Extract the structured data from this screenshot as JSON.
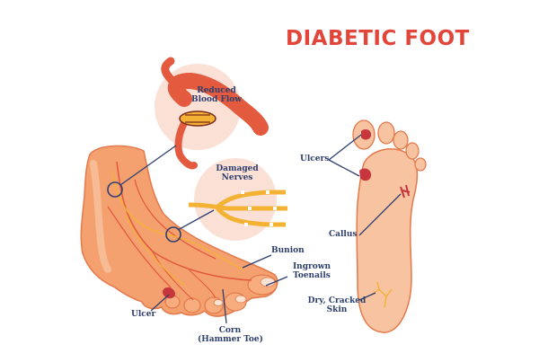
{
  "title": "DIABETIC FOOT",
  "labels": {
    "reduced_blood_flow": {
      "line1": "Reduced",
      "line2": "Blood Flow"
    },
    "damaged_nerves": {
      "line1": "Damaged",
      "line2": "Nerves"
    },
    "bunion": "Bunion",
    "ingrown_toenails": {
      "line1": "Ingrown",
      "line2": "Toenails"
    },
    "ulcer": "Ulcer",
    "corn": {
      "line1": "Corn",
      "line2": "(Hammer Toe)"
    },
    "ulcers": "Ulcers",
    "callus": "Callus",
    "dry_cracked_skin": {
      "line1": "Dry, Cracked",
      "line2": "Skin"
    }
  },
  "colors": {
    "title": "#e2453a",
    "label_text": "#2e3f6e",
    "skin": "#f5a16f",
    "skin_light": "#f8c3a0",
    "vessel": "#e35a3e",
    "nerve": "#f3b234",
    "bubble": "#fbe0d6",
    "wound": "#c8363d"
  },
  "icons": [
    "side-view-foot",
    "sole-view-foot",
    "blood-vessel-icon",
    "nerve-icon",
    "magnifier-circle-icon"
  ]
}
